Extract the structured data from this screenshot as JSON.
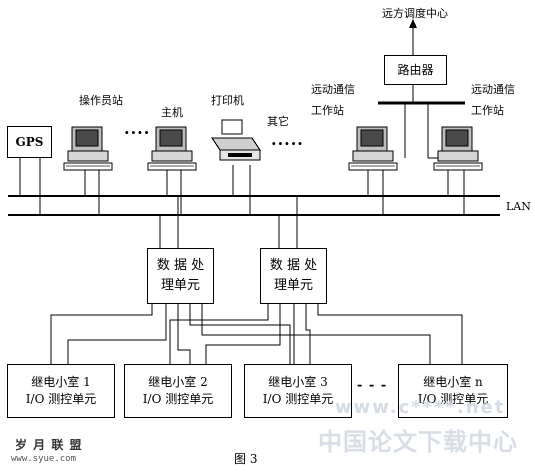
{
  "remote_center": "远方调度中心",
  "router": "路由器",
  "gps": "GPS",
  "operator_station": "操作员站",
  "host": "主机",
  "printer": "打印机",
  "other": "其它",
  "comm_station_left": [
    "远动通信",
    "工作站"
  ],
  "comm_station_right": [
    "远动通信",
    "工作站"
  ],
  "lan": "LAN",
  "dots_short": "····",
  "dots_long": "·····",
  "dots_bottom": "- - -",
  "processor_1": [
    "数 据 处",
    "理单元"
  ],
  "processor_2": [
    "数 据 处",
    "理单元"
  ],
  "relay_rooms": [
    {
      "line1": "继电小室 1",
      "line2": "I/O 测控单元"
    },
    {
      "line1": "继电小室 2",
      "line2": "I/O 测控单元"
    },
    {
      "line1": "继电小室 3",
      "line2": "I/O 测控单元"
    },
    {
      "line1": "继电小室 n",
      "line2": "I/O 测控单元"
    }
  ],
  "figure_caption": "图 3",
  "watermark_logo": "岁 月 联 盟",
  "watermark_url": "www.syue.com",
  "watermark_site_url": "www.c****.net",
  "watermark_site": "中国论文下载中心"
}
